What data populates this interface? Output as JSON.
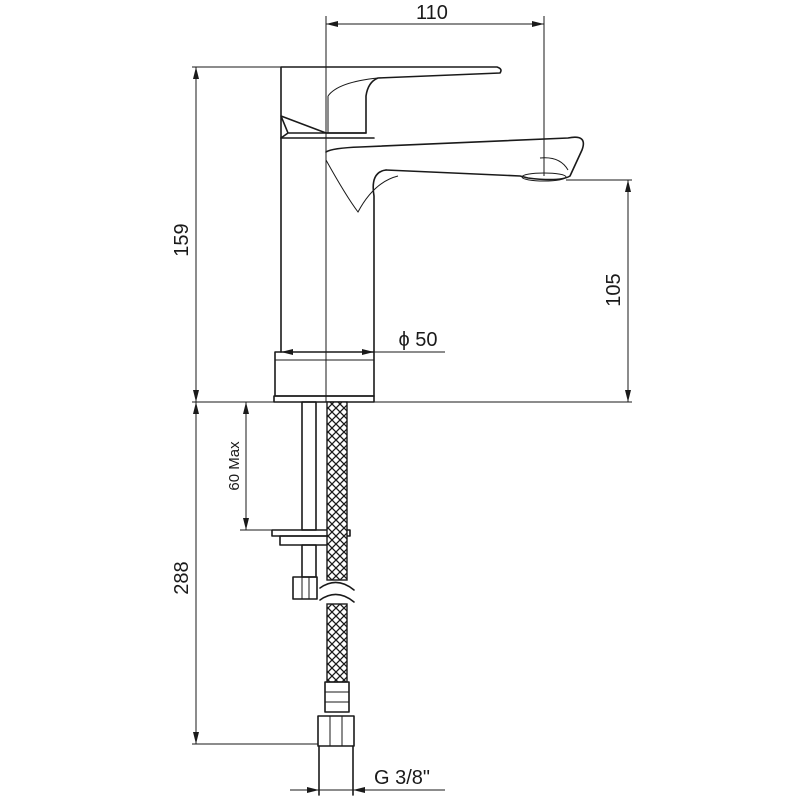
{
  "dimensions": {
    "top_width": "110",
    "total_height": "159",
    "spout_height": "105",
    "body_diameter": "ϕ 50",
    "max_thickness": "60 Max",
    "hose_length": "288",
    "thread": "G  3/8\""
  }
}
